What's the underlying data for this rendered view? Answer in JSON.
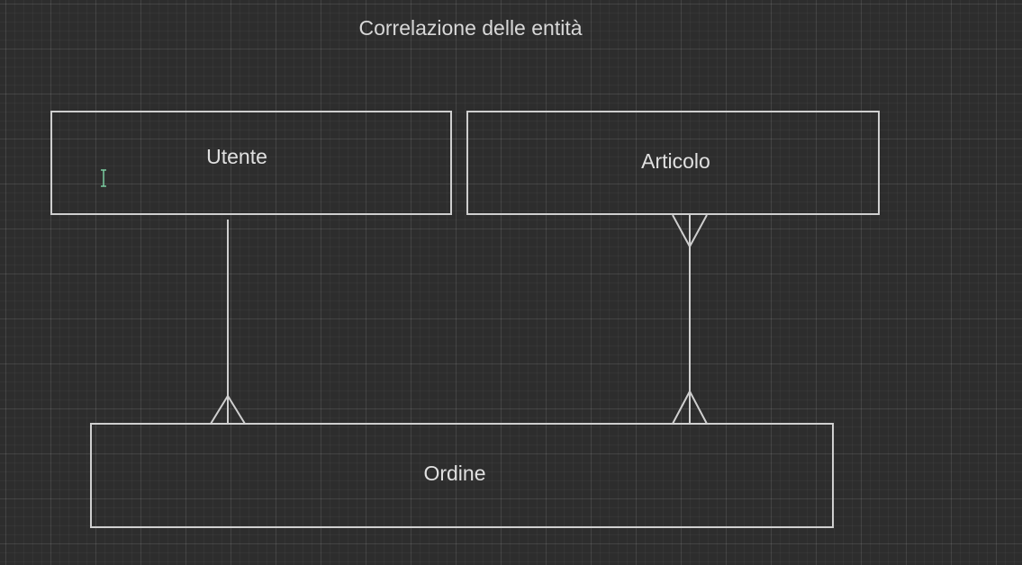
{
  "diagram": {
    "title": "Correlazione delle entità",
    "entities": {
      "utente": "Utente",
      "articolo": "Articolo",
      "ordine": "Ordine"
    },
    "relationships": [
      {
        "from": "Utente",
        "to": "Ordine",
        "from_end": "one",
        "to_end": "many"
      },
      {
        "from": "Articolo",
        "to": "Ordine",
        "from_end": "many",
        "to_end": "many"
      }
    ]
  },
  "colors": {
    "background": "#2d2d2d",
    "stroke": "#cfcfcf",
    "text": "#e0e0e0",
    "cursor": "#7fd6a8"
  },
  "icons": {
    "cursor": "text-cursor-icon"
  }
}
